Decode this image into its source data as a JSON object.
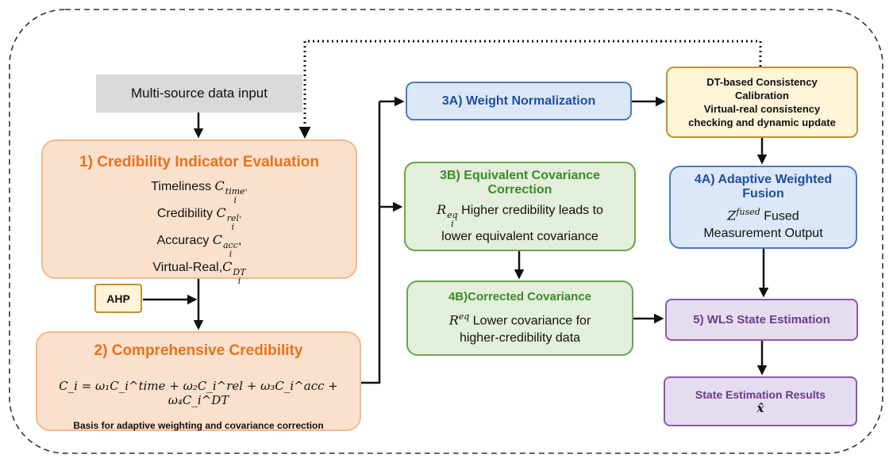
{
  "input": {
    "label": "Multi-source data input"
  },
  "box1": {
    "title": "1) Credibility Indicator Evaluation",
    "items": [
      {
        "label": "Timeliness ",
        "sym": "C",
        "sup": "time",
        "sub": "i",
        "suffix": ","
      },
      {
        "label": "Credibility ",
        "sym": "C",
        "sup": "rel",
        "sub": "i",
        "suffix": ","
      },
      {
        "label": "Accuracy ",
        "sym": "C",
        "sup": "acc",
        "sub": "i",
        "suffix": ","
      },
      {
        "label": "Virtual-Real,",
        "sym": "C",
        "sup": "DT",
        "sub": "i",
        "suffix": ""
      }
    ]
  },
  "ahp": {
    "label": "AHP"
  },
  "box2": {
    "title": "2) Comprehensive Credibility",
    "formula": "C_i = ω₁C_i^time + ω₂C_i^rel + ω₃C_i^acc + ω₄C_i^DT",
    "note": "Basis for adaptive weighting and covariance correction"
  },
  "box3a": {
    "title": "3A) Weight Normalization"
  },
  "box3b": {
    "title_l1": "3B) Equivalent Covariance",
    "title_l2": "Correction",
    "sym": "R",
    "sup": "eq",
    "sub": "i",
    "text_l1": "Higher credibility leads to",
    "text_l2": "lower equivalent covariance"
  },
  "box4b": {
    "title": "4B)Corrected Covariance",
    "sym": "R",
    "sup": "eq",
    "text_l1": "Lower covariance for",
    "text_l2": "higher-credibility data"
  },
  "dt": {
    "l1": "DT-based Consistency",
    "l2": "Calibration",
    "l3": "Virtual-real consistency",
    "l4": "checking and dynamic update"
  },
  "box4a": {
    "title_l1": "4A) Adaptive Weighted",
    "title_l2": "Fusion",
    "sym": "Z",
    "sup": "fused",
    "text_l1": "Fused",
    "text_l2": "Measurement Output"
  },
  "box5": {
    "title": "5) WLS State Estimation"
  },
  "results": {
    "title": "State Estimation Results",
    "sym": "x̂"
  },
  "colors": {
    "orange_fill": "#fbe1cd",
    "orange_title": "#e8711c",
    "blue_fill": "#dce8f7",
    "blue_title": "#1f4e9e",
    "green_fill": "#e3efda",
    "green_title": "#3a8a2b",
    "purple_fill": "#e6dcef",
    "purple_title": "#6a3a8c",
    "yellow_fill": "#fff4d8"
  }
}
